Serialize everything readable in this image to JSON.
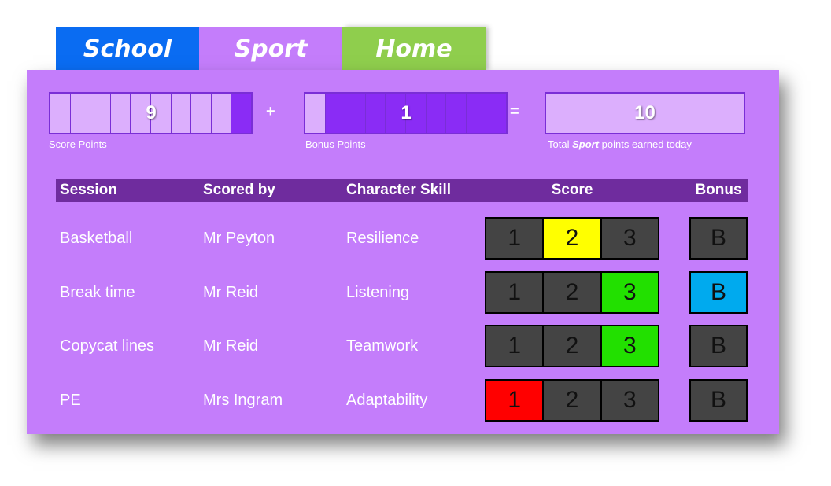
{
  "tabs": [
    {
      "label": "School",
      "color": "#0a6cf2"
    },
    {
      "label": "Sport",
      "color": "#c47dfb",
      "active": true
    },
    {
      "label": "Home",
      "color": "#8fce4d"
    }
  ],
  "summary": {
    "score_points": {
      "value": "9",
      "caption": "Score Points",
      "filled_segments": 1,
      "total_segments": 10
    },
    "plus": "+",
    "bonus_points": {
      "value": "1",
      "caption": "Bonus Points",
      "filled_segments": 9,
      "total_segments": 10
    },
    "equals": "=",
    "total": {
      "value": "10",
      "caption_prefix": "Total ",
      "caption_emph": "Sport",
      "caption_suffix": " points earned today"
    }
  },
  "table": {
    "headers": [
      "Session",
      "Scored by",
      "Character Skill",
      "Score",
      "Bonus"
    ],
    "rows": [
      {
        "session": "Basketball",
        "scored_by": "Mr Peyton",
        "skill": "Resilience",
        "scores": [
          "1",
          "2",
          "3"
        ],
        "selected_score": "2",
        "selected_color": "#ffff00",
        "bonus": "B",
        "bonus_on": false
      },
      {
        "session": "Break time",
        "scored_by": "Mr Reid",
        "skill": "Listening",
        "scores": [
          "1",
          "2",
          "3"
        ],
        "selected_score": "3",
        "selected_color": "#22e000",
        "bonus": "B",
        "bonus_on": true
      },
      {
        "session": "Copycat lines",
        "scored_by": "Mr Reid",
        "skill": "Teamwork",
        "scores": [
          "1",
          "2",
          "3"
        ],
        "selected_score": "3",
        "selected_color": "#22e000",
        "bonus": "B",
        "bonus_on": false
      },
      {
        "session": "PE",
        "scored_by": "Mrs Ingram",
        "skill": "Adaptability",
        "scores": [
          "1",
          "2",
          "3"
        ],
        "selected_score": "1",
        "selected_color": "#ff0000",
        "bonus": "B",
        "bonus_on": false
      }
    ]
  },
  "colors": {
    "panel": "#c47dfb",
    "header_bg": "#6f2c9e",
    "bonus_on": "#00aaee",
    "button_off": "#444444"
  }
}
